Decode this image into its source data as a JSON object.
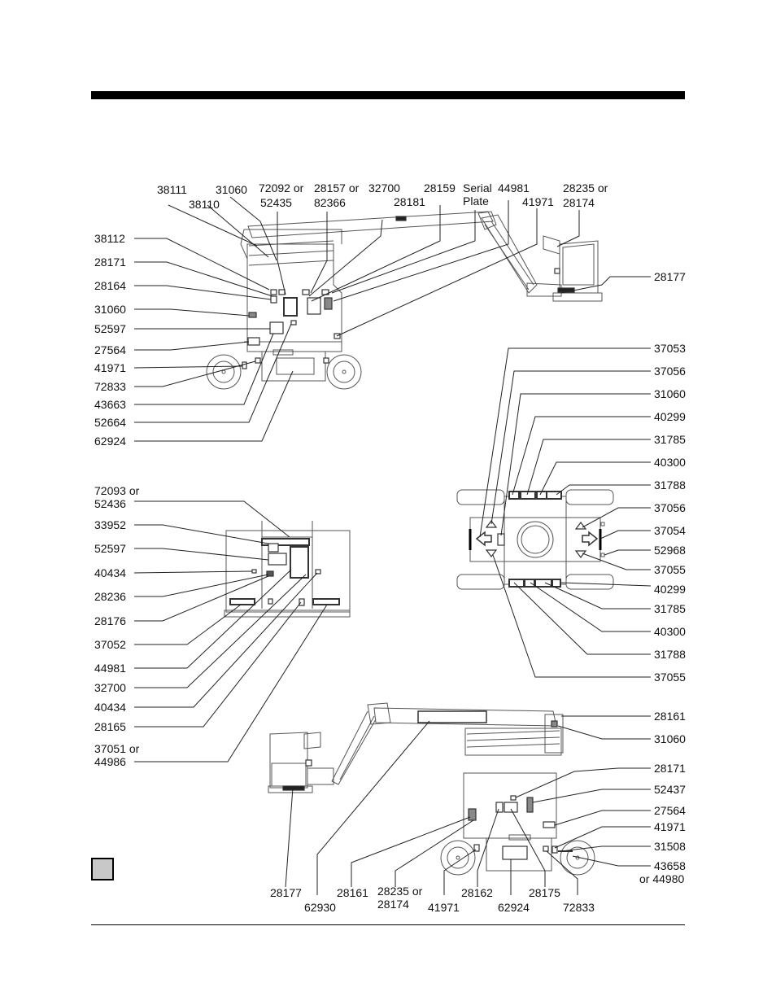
{
  "legend_color": "#c8c8c8",
  "views": {
    "left_side": {
      "labels": [
        "38111",
        "31060",
        "72092 or",
        "52435",
        "28157 or",
        "82366",
        "32700",
        "28159",
        "Serial",
        "Plate",
        "44981",
        "28235 or",
        "28174",
        "38110",
        "28181",
        "41971",
        "38112",
        "28171",
        "28164",
        "31060",
        "52597",
        "27564",
        "41971",
        "72833",
        "43663",
        "52664",
        "62924",
        "28177"
      ]
    },
    "platform": {
      "labels": [
        "72093 or",
        "52436",
        "33952",
        "52597",
        "40434",
        "28236",
        "28176",
        "37052",
        "44981",
        "32700",
        "40434",
        "28165",
        "37051 or",
        "44986"
      ]
    },
    "top": {
      "labels": [
        "37053",
        "37056",
        "31060",
        "40299",
        "31785",
        "40300",
        "31788",
        "37056",
        "37054",
        "52968",
        "37055",
        "40299",
        "31785",
        "40300",
        "31788",
        "37055"
      ]
    },
    "right_side": {
      "labels": [
        "28161",
        "31060",
        "28171",
        "52437",
        "27564",
        "41971",
        "31508",
        "43658",
        "or 44980",
        "28177",
        "62930",
        "28161",
        "28235 or",
        "28174",
        "41971",
        "28162",
        "62924",
        "28175",
        "72833"
      ]
    }
  }
}
